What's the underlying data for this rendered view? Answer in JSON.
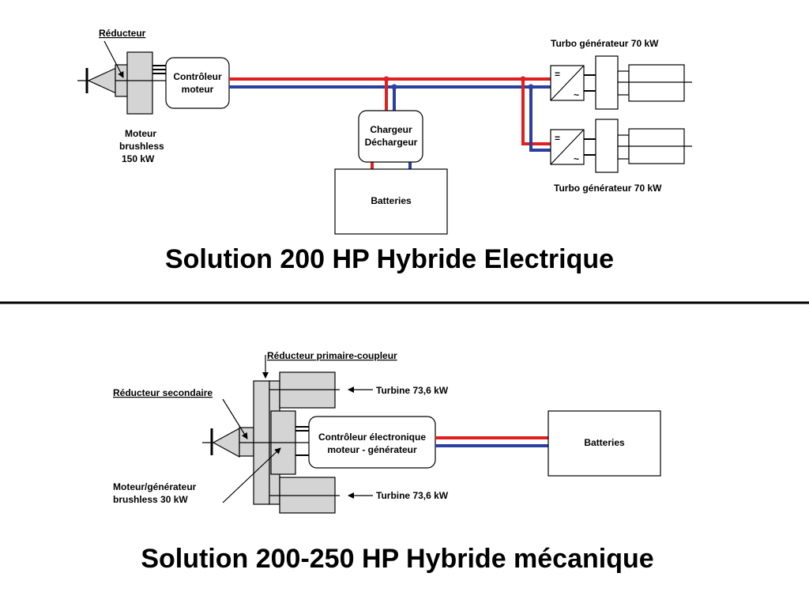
{
  "top": {
    "reducteur": "Réducteur",
    "motor_label": [
      "Moteur",
      "brushless",
      "150 kW"
    ],
    "controller": [
      "Contrôleur",
      "moteur"
    ],
    "charger": [
      "Chargeur",
      "Déchargeur"
    ],
    "batteries": "Batteries",
    "turbo_1": "Turbo générateur 70 kW",
    "turbo_2": "Turbo générateur 70 kW",
    "dc_symbol": "=",
    "ac_symbol": "~",
    "title": "Solution 200 HP Hybride Electrique"
  },
  "bottom": {
    "reducteur_primaire": "Réducteur primaire-coupleur",
    "reducteur_secondaire": "Réducteur secondaire",
    "motor_label": [
      "Moteur/générateur",
      "brushless 30 kW"
    ],
    "controller": [
      "Contrôleur électronique",
      "moteur - générateur"
    ],
    "batteries": "Batteries",
    "turbine_1": "Turbine 73,6 kW",
    "turbine_2": "Turbine 73,6 kW",
    "title": "Solution 200-250 HP Hybride mécanique"
  },
  "colors": {
    "positive": "#e02020",
    "negative": "#2a3fa0",
    "component_fill": "#d4d4d4"
  }
}
